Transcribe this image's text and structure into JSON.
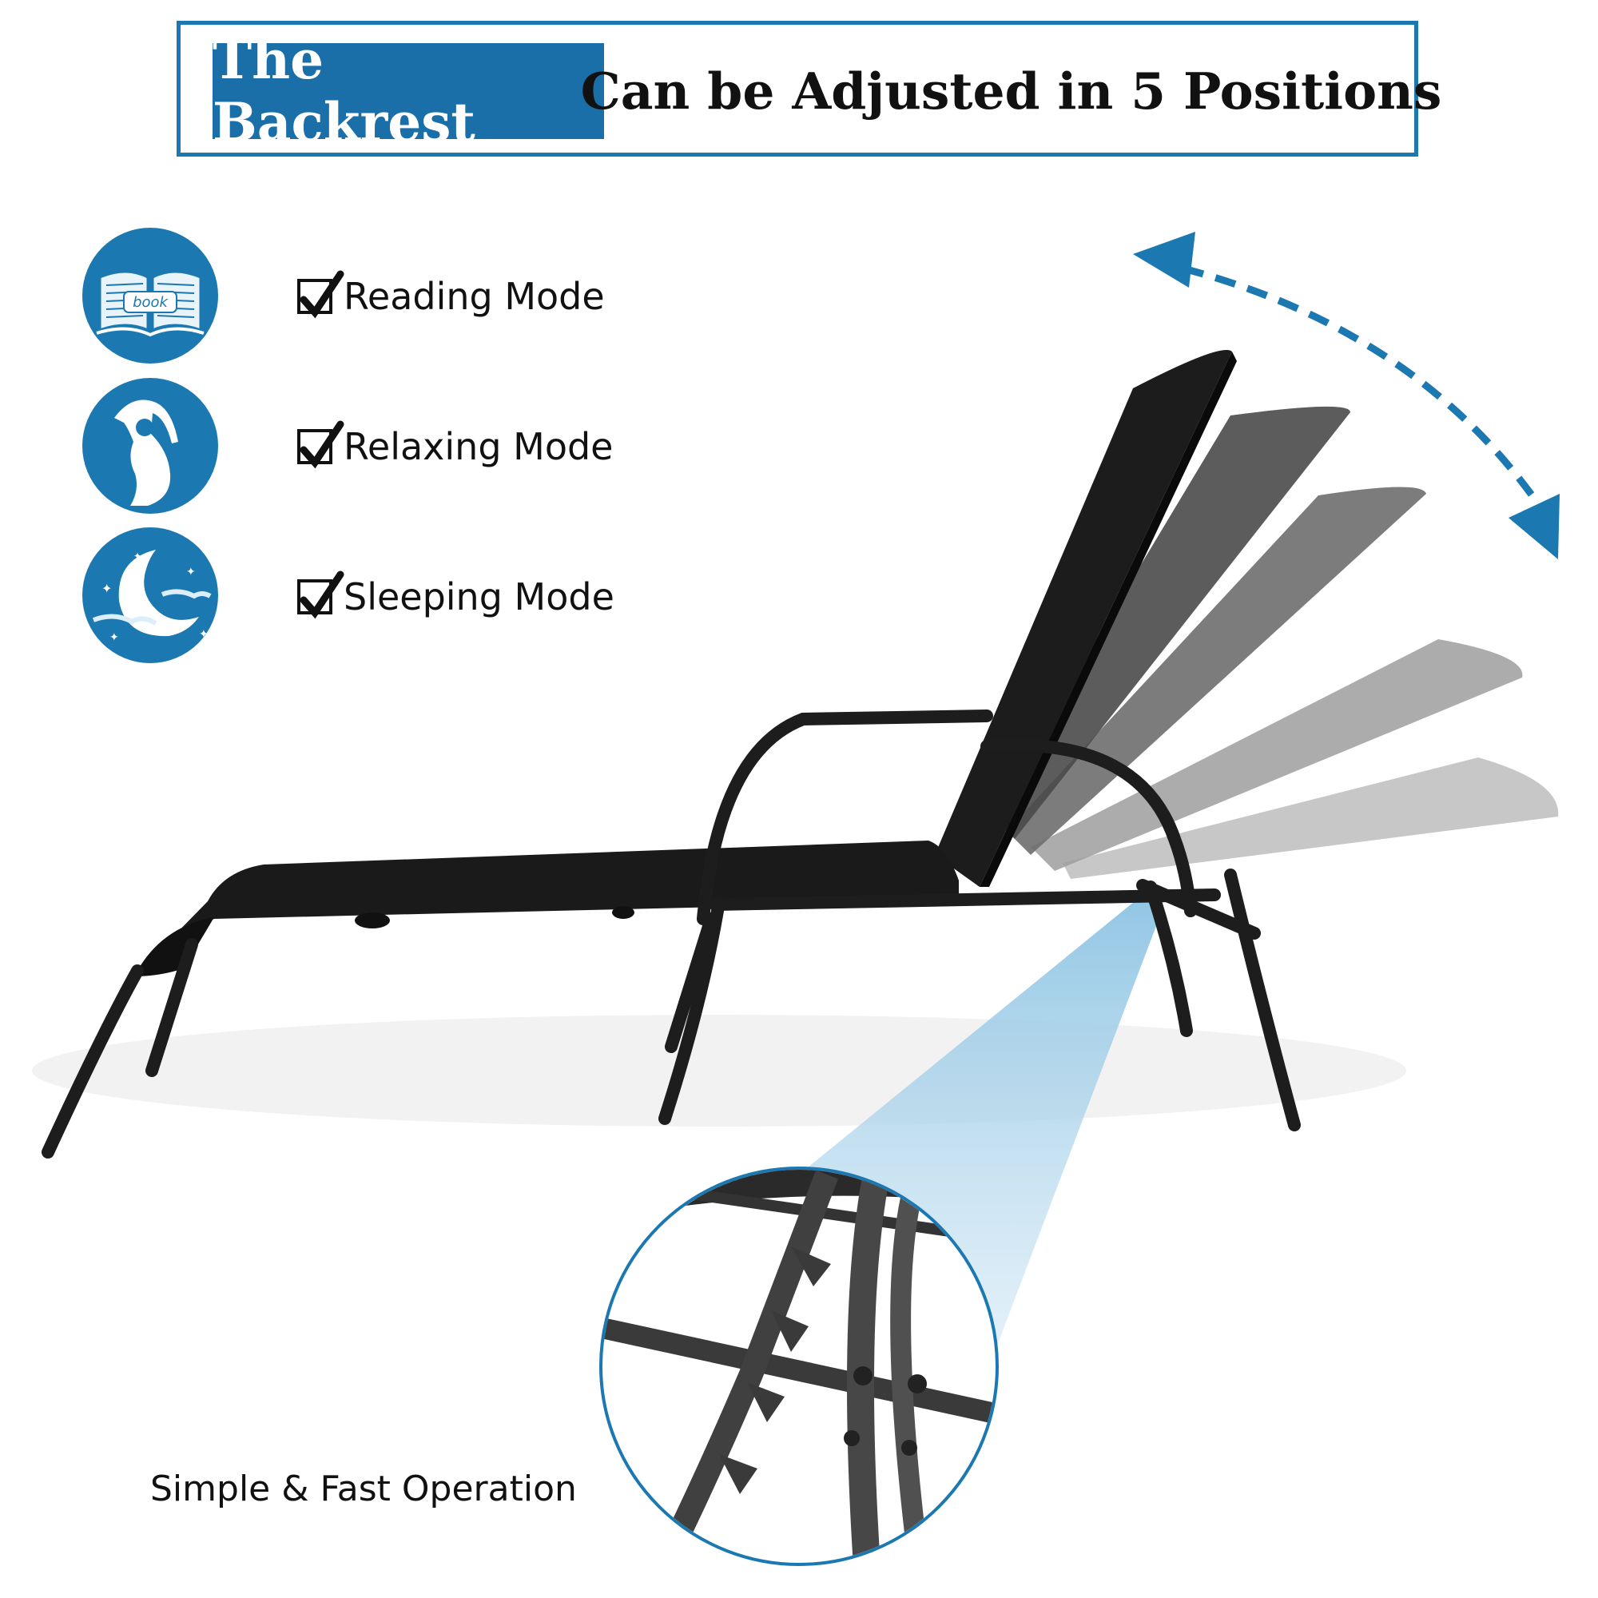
{
  "banner": {
    "left_text": "The Backrest",
    "right_text": "Can be Adjusted in 5 Positions"
  },
  "modes": [
    {
      "label": "Reading Mode",
      "icon": "book-icon",
      "icon_text": "book"
    },
    {
      "label": "Relaxing Mode",
      "icon": "stretching-person-icon"
    },
    {
      "label": "Sleeping Mode",
      "icon": "moon-stars-icon"
    }
  ],
  "caption": "Simple & Fast Operation",
  "colors": {
    "accent": "#1b78b0",
    "banner_fill": "#1a6fa8",
    "chair": "#1a1a1a",
    "spotlight": "#a9d2ea"
  }
}
